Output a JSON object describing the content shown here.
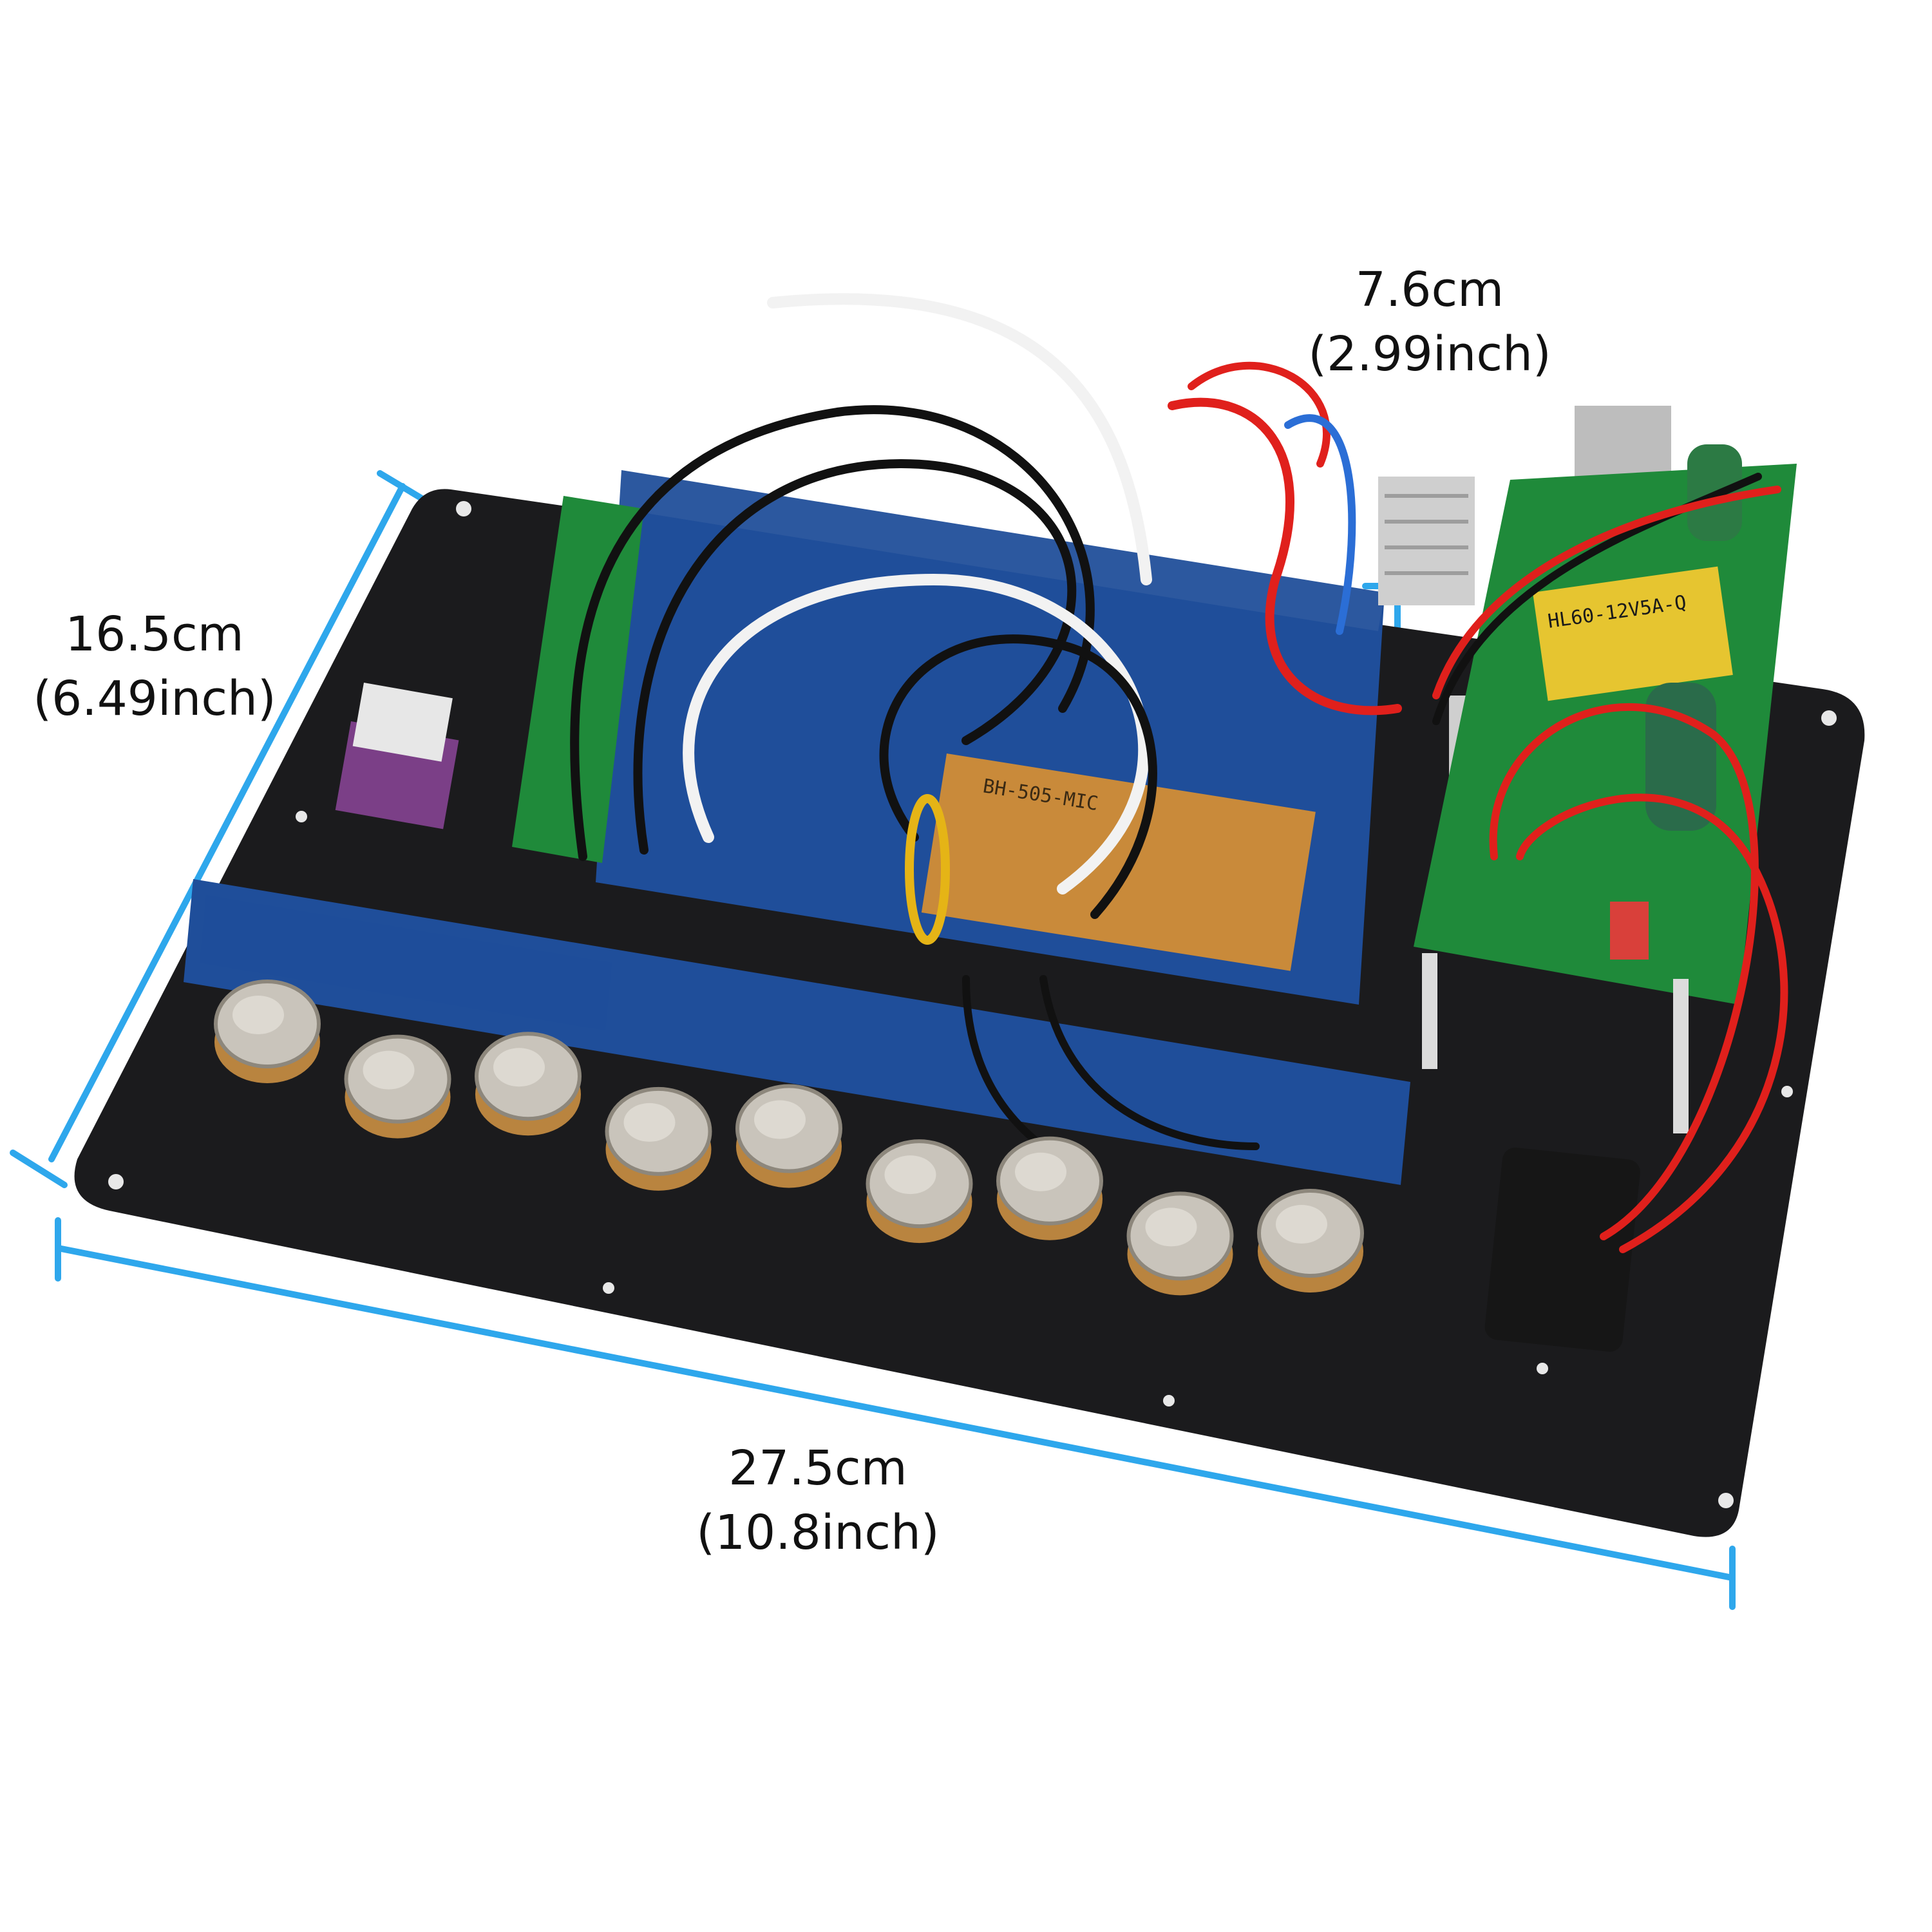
{
  "colors": {
    "dimension_line": "#2ea7ec",
    "panel": "#1b1b1d",
    "pcb_blue": "#1f4e9a",
    "pcb_green": "#1f8a3a",
    "wire_red": "#e0201c",
    "wire_black": "#111111",
    "wire_white": "#f2f2f2",
    "wire_blue": "#2b6ed6",
    "label_text": "#111111"
  },
  "dimensions": {
    "height": {
      "metric": "16.5cm",
      "imperial": "(6.49inch)"
    },
    "depth": {
      "metric": "7.6cm",
      "imperial": "(2.99inch)"
    },
    "width": {
      "metric": "27.5cm",
      "imperial": "(10.8inch)"
    }
  },
  "board_markings": {
    "power_board": "HL60-12V5A-Q",
    "mic_board": "BH-505-MIC"
  },
  "knobs": {
    "count": 9
  }
}
